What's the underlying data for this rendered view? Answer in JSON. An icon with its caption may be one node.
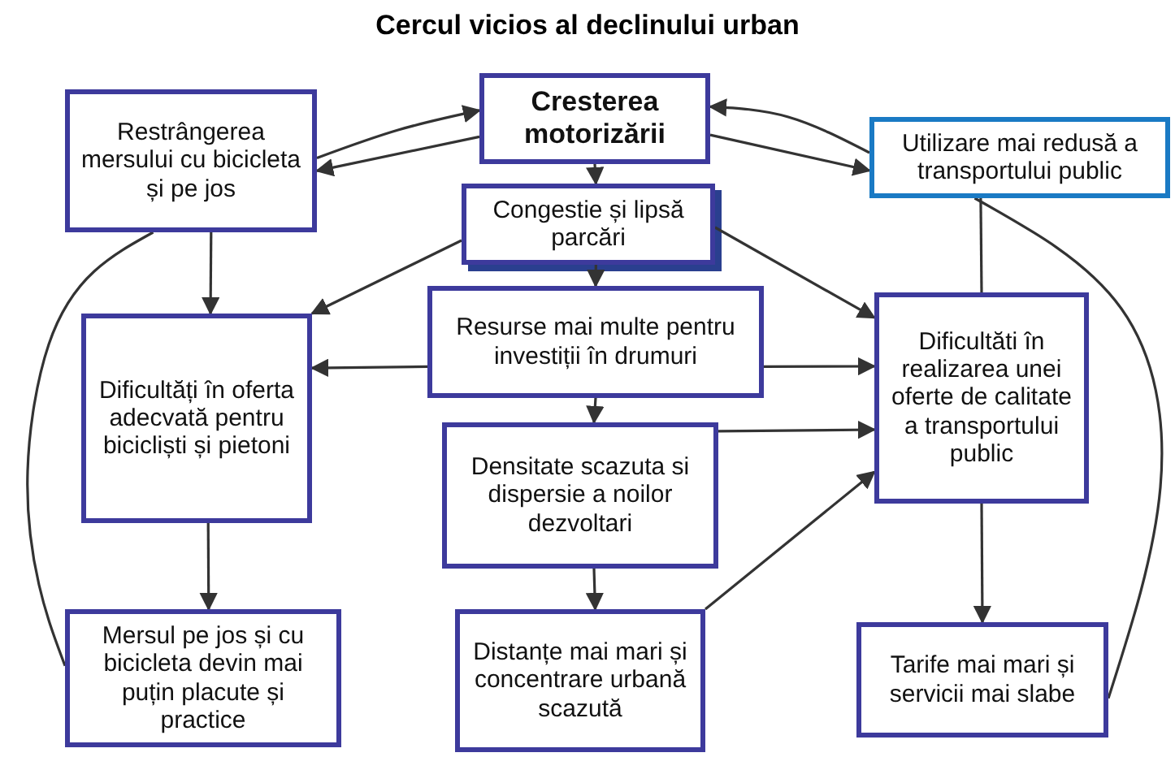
{
  "diagram": {
    "title": "Cercul vicios al declinului urban",
    "nodes": [
      {
        "text": [
          "Cresterea motorizării"
        ]
      },
      {
        "text": [
          "Restrângerea mersului cu bicicleta și pe jos"
        ]
      },
      {
        "text": [
          "Utilizare mai redusă a transportului public"
        ]
      },
      {
        "text": [
          "Congestie și lipsă parcări"
        ]
      },
      {
        "text": [
          "Resurse mai multe pentru investiții în drumuri"
        ]
      },
      {
        "text": [
          "Dificultăți în oferta adecvată pentru bicicliști și pietoni"
        ]
      },
      {
        "text": [
          "Dificultăti în realizarea unei oferte de calitate a transportului public"
        ]
      },
      {
        "text": [
          "Densitate scazuta si dispersie a noilor dezvoltari"
        ]
      },
      {
        "text": [
          "Mersul pe jos și cu bicicleta devin mai puțin placute și practice"
        ]
      },
      {
        "text": [
          "Distanțe mai mari și concentrare urbană scazută"
        ]
      },
      {
        "text": [
          "Tarife mai mari și servicii mai slabe"
        ]
      }
    ],
    "edges": [
      {
        "from": 1,
        "to": 0,
        "arrow": "to"
      },
      {
        "from": 0,
        "to": 1,
        "arrow": "to"
      },
      {
        "from": 2,
        "to": 0,
        "arrow": "to"
      },
      {
        "from": 0,
        "to": 2,
        "arrow": "to"
      },
      {
        "from": 0,
        "to": 3,
        "arrow": "to"
      },
      {
        "from": 3,
        "to": 4,
        "arrow": "to"
      },
      {
        "from": 4,
        "to": 7,
        "arrow": "to"
      },
      {
        "from": 7,
        "to": 9,
        "arrow": "to"
      },
      {
        "from": 3,
        "to": 5,
        "arrow": "to"
      },
      {
        "from": 3,
        "to": 6,
        "arrow": "to"
      },
      {
        "from": 4,
        "to": 5,
        "arrow": "to"
      },
      {
        "from": 4,
        "to": 6,
        "arrow": "to"
      },
      {
        "from": 7,
        "to": 6,
        "arrow": "to"
      },
      {
        "from": 9,
        "to": 6,
        "arrow": "to"
      },
      {
        "from": 1,
        "to": 5,
        "arrow": "to"
      },
      {
        "from": 5,
        "to": 8,
        "arrow": "to"
      },
      {
        "from": 6,
        "to": 10,
        "arrow": "to"
      },
      {
        "from": 6,
        "to": 2,
        "arrow": "none"
      },
      {
        "from": 1,
        "to": 8,
        "arrow": "none"
      },
      {
        "from": 2,
        "to": 10,
        "arrow": "none"
      }
    ]
  }
}
